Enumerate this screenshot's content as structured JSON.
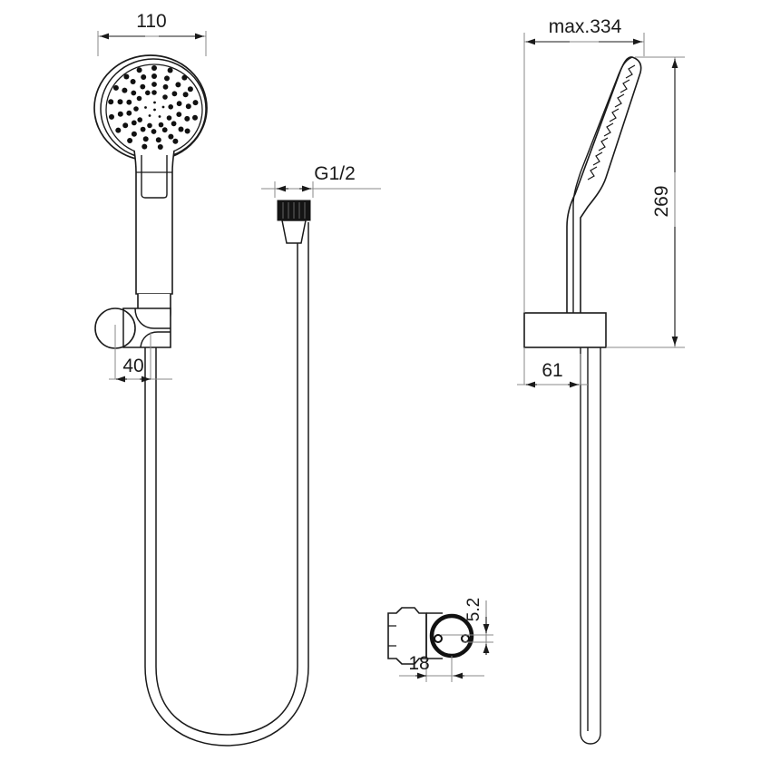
{
  "drawing": {
    "type": "technical-product-drawing",
    "subject": "hand shower set with wall bracket and hose",
    "background_color": "#ffffff",
    "line_color": "#1a1a1a",
    "dimension_line_color": "#7a7a7a",
    "views": [
      {
        "name": "front-view",
        "label": ""
      },
      {
        "name": "hose-connector-view",
        "label": ""
      },
      {
        "name": "side-view",
        "label": ""
      },
      {
        "name": "bracket-detail-view",
        "label": ""
      }
    ]
  },
  "dimensions": {
    "head_diameter": "110",
    "hose_thread": "G1/2",
    "bracket_projection": "40",
    "max_reach": "max.334",
    "shower_height": "269",
    "bracket_depth": "61",
    "bracket_detail_width": "18",
    "bracket_lug_height": "5.2"
  }
}
